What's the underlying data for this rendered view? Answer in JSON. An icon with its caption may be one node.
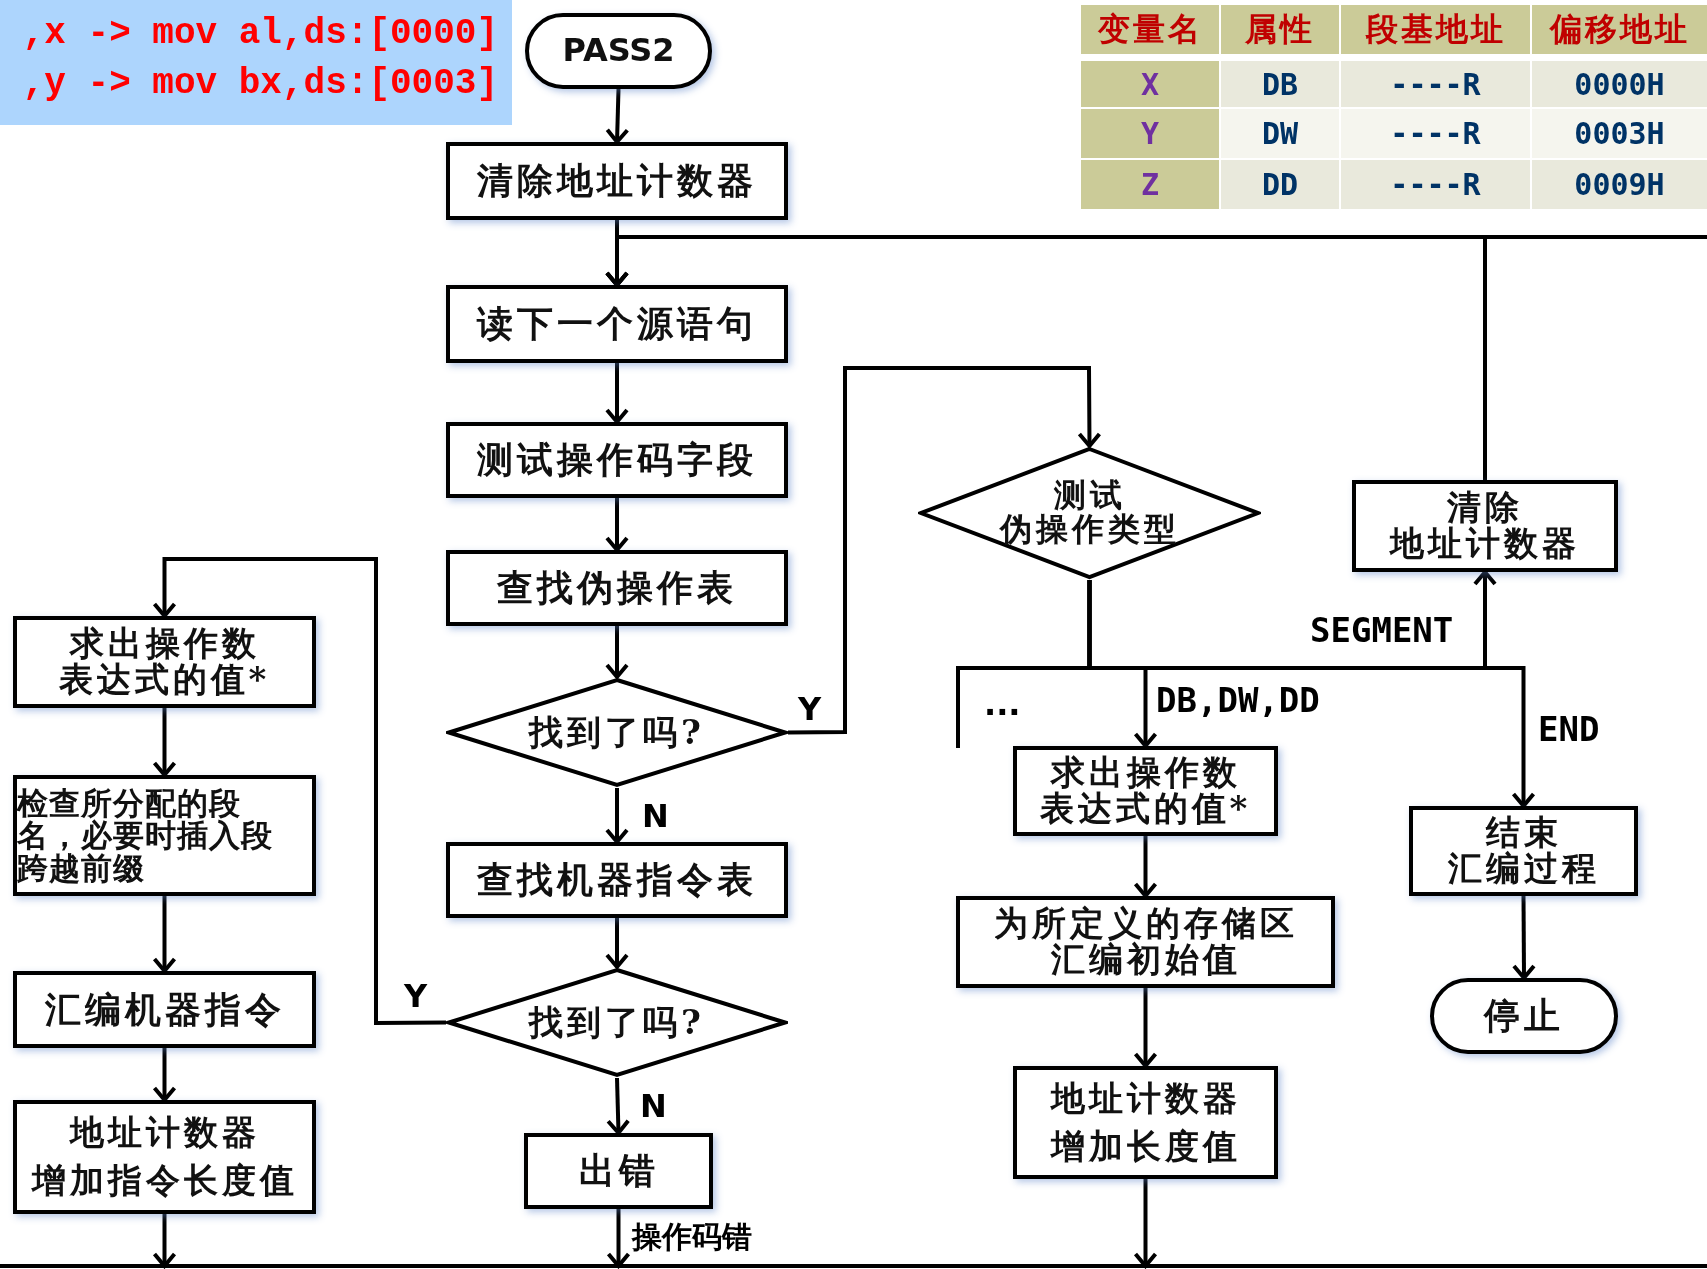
{
  "diagram": {
    "nodes": [
      {
        "text": [
          "PASS2"
        ]
      },
      {
        "text": [
          "清除地址计数器"
        ]
      },
      {
        "text": [
          "读下一个源语句"
        ]
      },
      {
        "text": [
          "测试操作码字段"
        ]
      },
      {
        "text": [
          "查找伪操作表"
        ]
      },
      {
        "text": [
          "找到了吗?"
        ]
      },
      {
        "text": [
          "查找机器指令表"
        ]
      },
      {
        "text": [
          "找到了吗?"
        ]
      },
      {
        "text": [
          "出错"
        ]
      },
      {
        "text": [
          "测试伪操作类型"
        ]
      },
      {
        "text": [
          "求出操作数表达式的值*"
        ]
      },
      {
        "text": [
          "为所定义的存储区汇编初始值"
        ]
      },
      {
        "text": [
          "地址计数器增加长度值"
        ]
      },
      {
        "text": [
          "清除地址计数器"
        ]
      },
      {
        "text": [
          "结束汇编过程"
        ]
      },
      {
        "text": [
          "停止"
        ]
      },
      {
        "text": [
          "求出操作数表达式的值*"
        ]
      },
      {
        "text": [
          "检查所分配的段名，必要时插入段跨越前缀"
        ]
      },
      {
        "text": [
          "汇编机器指令"
        ]
      },
      {
        "text": [
          "地址计数器增加指令长度值"
        ]
      }
    ],
    "edges": [
      {
        "from": 0,
        "to": 1,
        "arrow": "to"
      },
      {
        "from": 1,
        "to": 2,
        "arrow": "to"
      },
      {
        "from": 2,
        "to": 3,
        "arrow": "to"
      },
      {
        "from": 3,
        "to": 4,
        "arrow": "to"
      },
      {
        "from": 4,
        "to": 5,
        "arrow": "to"
      },
      {
        "from": 5,
        "to": 6,
        "arrow": "to",
        "label": "N"
      },
      {
        "from": 5,
        "to": 9,
        "arrow": "to",
        "label": "Y"
      },
      {
        "from": 6,
        "to": 7,
        "arrow": "to"
      },
      {
        "from": 7,
        "to": 8,
        "arrow": "to",
        "label": "N"
      },
      {
        "from": 7,
        "to": 16,
        "arrow": "to",
        "label": "Y"
      },
      {
        "from": 8,
        "to": null,
        "arrow": "to",
        "label": "操作码错"
      },
      {
        "from": 9,
        "to": null,
        "arrow": "none",
        "label": "..."
      },
      {
        "from": 9,
        "to": 10,
        "arrow": "to",
        "label": "DB,DW,DD"
      },
      {
        "from": 9,
        "to": 13,
        "arrow": "to",
        "label": "SEGMENT"
      },
      {
        "from": 9,
        "to": 14,
        "arrow": "to",
        "label": "END"
      },
      {
        "from": 10,
        "to": 11,
        "arrow": "to"
      },
      {
        "from": 11,
        "to": 12,
        "arrow": "to"
      },
      {
        "from": 12,
        "to": null,
        "arrow": "to"
      },
      {
        "from": 13,
        "to": 2,
        "arrow": "to"
      },
      {
        "from": null,
        "to": 2,
        "arrow": "to"
      },
      {
        "from": 14,
        "to": 15,
        "arrow": "to"
      },
      {
        "from": 16,
        "to": 17,
        "arrow": "to"
      },
      {
        "from": 17,
        "to": 18,
        "arrow": "to"
      },
      {
        "from": 18,
        "to": 19,
        "arrow": "to"
      },
      {
        "from": 19,
        "to": null,
        "arrow": "to"
      }
    ],
    "labels": [
      ",x -> mov al,ds:[0000]",
      ",y -> mov bx,ds:[0003]",
      "变量名",
      "属性",
      "段基地址",
      "偏移地址",
      "X",
      "DB",
      "----R",
      "0000H",
      "Y",
      "DW",
      "----R",
      "0003H",
      "Z",
      "DD",
      "----R",
      "0009H"
    ]
  }
}
